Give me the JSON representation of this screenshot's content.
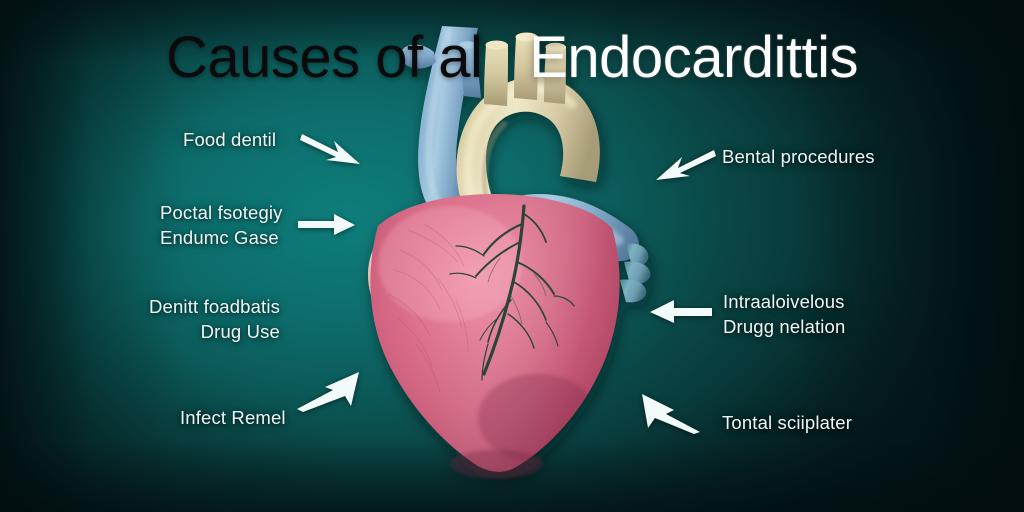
{
  "image": {
    "kind": "medical-infographic",
    "subject": "anatomical human heart illustration with labeled causes"
  },
  "title": {
    "part_dark": "Causes of al",
    "part_light": "Endocardittis",
    "full": "Causes of al Endocardittis"
  },
  "colors": {
    "background_center": "#0f7d7a",
    "background_edge": "#041c1e",
    "title_dark": "#0a0a0c",
    "title_light": "#fdfdfd",
    "label_text": "#eef6f6",
    "arrow": "#f2fafa",
    "ventricle_pink": "#d4617f",
    "atrium_cream": "#e8c4b4",
    "aorta_cream": "#d8cfa8",
    "vessel_blue": "#7fa8c8"
  },
  "labels_left": [
    {
      "id": "food-dentil",
      "text_line1": "Food dentil",
      "text_line2": "",
      "arrow": "down-right"
    },
    {
      "id": "poctal-fsotegiy",
      "text_line1": "Poctal fsotegiy",
      "text_line2": "Endumc Gase",
      "arrow": "right"
    },
    {
      "id": "denitt-foadbatis",
      "text_line1": "Denitt foadbatis",
      "text_line2": "Drug Use",
      "arrow": "none"
    },
    {
      "id": "infect-remel",
      "text_line1": "Infect Remel",
      "text_line2": "",
      "arrow": "up-right"
    }
  ],
  "labels_right": [
    {
      "id": "bental-procedures",
      "text_line1": "Bental procedures",
      "text_line2": "",
      "arrow": "down-left"
    },
    {
      "id": "intraaloivelous",
      "text_line1": "Intraaloivelous",
      "text_line2": "Drugg nelation",
      "arrow": "left"
    },
    {
      "id": "tontal-sciiplater",
      "text_line1": "Tontal sciiplater",
      "text_line2": "",
      "arrow": "up-left"
    }
  ],
  "heart_parts": [
    {
      "name": "aortic-arch",
      "color": "#d8cfa8"
    },
    {
      "name": "superior-vena-cava",
      "color": "#7fa8c8"
    },
    {
      "name": "pulmonary-artery",
      "color": "#8fb6d4"
    },
    {
      "name": "left-atrium",
      "color": "#ecc9b9"
    },
    {
      "name": "right-atrium",
      "color": "#e6bfae"
    },
    {
      "name": "ventricle-body",
      "color": "#d4617f"
    },
    {
      "name": "coronary-vessels",
      "color": "#2f4a3a"
    }
  ]
}
